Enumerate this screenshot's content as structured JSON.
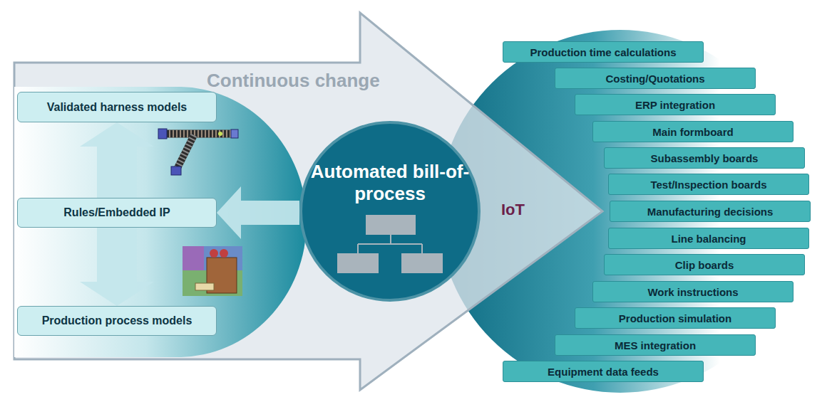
{
  "diagram": {
    "nodes": [
      {
        "text": [
          "Validated harness models"
        ]
      },
      {
        "text": [
          "Rules/Embedded IP"
        ]
      },
      {
        "text": [
          "Production process models"
        ]
      },
      {
        "text": [
          "Automated bill-of-process"
        ]
      },
      {
        "text": [
          "Production time calculations"
        ]
      },
      {
        "text": [
          "Costing/Quotations"
        ]
      },
      {
        "text": [
          "ERP integration"
        ]
      },
      {
        "text": [
          "Main formboard"
        ]
      },
      {
        "text": [
          "Subassembly boards"
        ]
      },
      {
        "text": [
          "Test/Inspection boards"
        ]
      },
      {
        "text": [
          "Manufacturing decisions"
        ]
      },
      {
        "text": [
          "Line balancing"
        ]
      },
      {
        "text": [
          "Clip boards"
        ]
      },
      {
        "text": [
          "Work instructions"
        ]
      },
      {
        "text": [
          "Production simulation"
        ]
      },
      {
        "text": [
          "MES integration"
        ]
      },
      {
        "text": [
          "Equipment data feeds"
        ]
      }
    ],
    "edges": [
      {
        "from": 1,
        "to": 0,
        "arrow": "to"
      },
      {
        "from": 1,
        "to": 2,
        "arrow": "to"
      },
      {
        "from": 3,
        "to": 1,
        "arrow": "to"
      }
    ],
    "labels": [
      "Continuous change",
      "IoT"
    ]
  }
}
